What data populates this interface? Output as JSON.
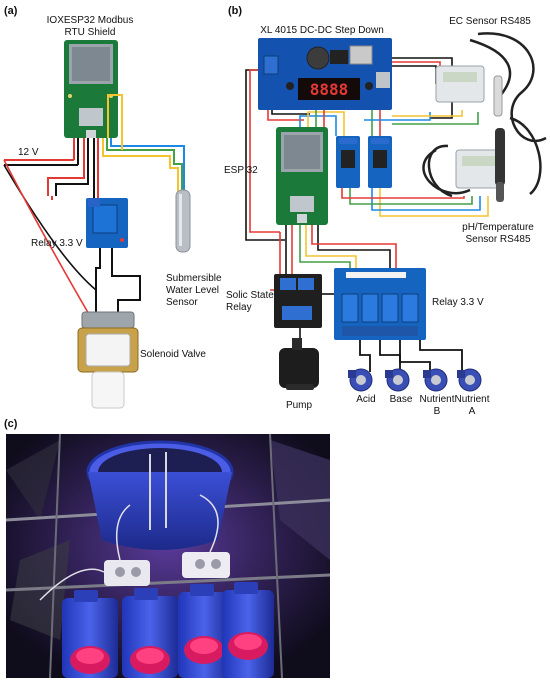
{
  "panels": {
    "a": {
      "tag": "(a)",
      "shield_label": [
        "IOXESP32 Modbus",
        "RTU Shield"
      ],
      "supply_label": "12 V",
      "relay_label": "Relay 3.3 V",
      "sensor_label": [
        "Submersible",
        "Water Level",
        "Sensor"
      ],
      "valve_label": "Solenoid Valve"
    },
    "b": {
      "tag": "(b)",
      "stepdown_label": "XL 4015 DC-DC Step Down",
      "display_digits": "8888",
      "ec_label": "EC Sensor RS485",
      "esp_label": "ESP 32",
      "ph_label": [
        "pH/Temperature",
        "Sensor RS485"
      ],
      "ssr_label": [
        "Solic State",
        "Relay"
      ],
      "relay_label": "Relay 3.3 V",
      "pump_label": "Pump",
      "pumps": [
        {
          "label": [
            "Acid"
          ]
        },
        {
          "label": [
            "Base"
          ]
        },
        {
          "label": [
            "Nutrient",
            "B"
          ]
        },
        {
          "label": [
            "Nutrient",
            "A"
          ]
        }
      ]
    },
    "c": {
      "tag": "(c)"
    }
  },
  "colors": {
    "wire_red": "#e53935",
    "wire_black": "#111111",
    "wire_yellow": "#f4c430",
    "wire_green": "#43a047",
    "wire_blue": "#1e88e5",
    "wire_white": "#dddddd",
    "board_green": "#1b7a3a",
    "module_blue": "#1565c0",
    "pump_blue": "#3a4fb5"
  }
}
